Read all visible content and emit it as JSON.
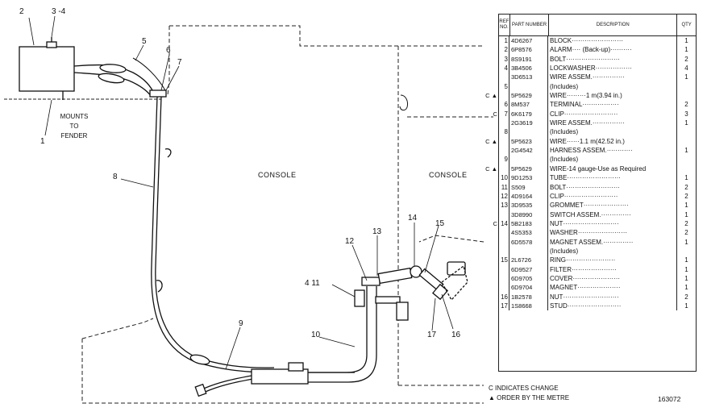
{
  "diagram": {
    "labels": {
      "l1": "1",
      "l2": "2",
      "l34": "3 -4",
      "l5": "5",
      "l6": "6",
      "l7": "7",
      "l8": "8",
      "l9": "9",
      "l10": "10",
      "l411": "4  11",
      "l12": "12",
      "l13": "13",
      "l14": "14",
      "l15": "15",
      "l16": "16",
      "l17": "17"
    },
    "mounts_text": [
      "MOUNTS",
      "TO",
      "FENDER"
    ],
    "console_left": "CONSOLE",
    "console_right": "CONSOLE"
  },
  "table": {
    "headers": {
      "ref": "REF NO.",
      "part": "PART NUMBER",
      "desc": "DESCRIPTION",
      "qty": "QTY"
    },
    "rows": [
      {
        "ref": "1",
        "pn": "4D6267",
        "desc": "BLOCK························",
        "qty": "1",
        "mark": ""
      },
      {
        "ref": "2",
        "pn": "6P8576",
        "desc": "ALARM····  (Back-up)··········",
        "qty": "1",
        "mark": ""
      },
      {
        "ref": "3",
        "pn": "8S9191",
        "desc": "BOLT·························",
        "qty": "2",
        "mark": ""
      },
      {
        "ref": "4",
        "pn": "3B4506",
        "desc": "LOCKWASHER·················",
        "qty": "4",
        "mark": ""
      },
      {
        "ref": "",
        "pn": "3D6513",
        "desc": "WIRE ASSEM.···············",
        "qty": "1",
        "mark": ""
      },
      {
        "ref": "5",
        "pn": "",
        "desc": "    (Includes)",
        "qty": "",
        "mark": ""
      },
      {
        "ref": "",
        "pn": "5P5629",
        "desc": "    WIRE·········1 m(3.94 in.)",
        "qty": "",
        "mark": "C ▲"
      },
      {
        "ref": "6",
        "pn": "8M537",
        "desc": "    TERMINAL·················",
        "qty": "2",
        "mark": ""
      },
      {
        "ref": "7",
        "pn": "6K6179",
        "desc": "CLIP·························",
        "qty": "3",
        "mark": "C"
      },
      {
        "ref": "",
        "pn": "2G3619",
        "desc": "WIRE ASSEM.···············",
        "qty": "1",
        "mark": ""
      },
      {
        "ref": "8",
        "pn": "",
        "desc": "    (Includes)",
        "qty": "",
        "mark": ""
      },
      {
        "ref": "",
        "pn": "5P5623",
        "desc": "    WIRE······1.1 m(42.52 in.)",
        "qty": "",
        "mark": "C ▲"
      },
      {
        "ref": "",
        "pn": "2G4542",
        "desc": "HARNESS ASSEM.············",
        "qty": "1",
        "mark": ""
      },
      {
        "ref": "9",
        "pn": "",
        "desc": "    (Includes)",
        "qty": "",
        "mark": ""
      },
      {
        "ref": "",
        "pn": "5P5629",
        "desc": "    WIRE-14 gauge-Use as Required",
        "qty": "",
        "mark": "C ▲"
      },
      {
        "ref": "10",
        "pn": "9D1253",
        "desc": "TUBE·························",
        "qty": "1",
        "mark": ""
      },
      {
        "ref": "11",
        "pn": "S509",
        "desc": "BOLT·························",
        "qty": "2",
        "mark": ""
      },
      {
        "ref": "12",
        "pn": "4D9164",
        "desc": "CLIP·························",
        "qty": "2",
        "mark": ""
      },
      {
        "ref": "13",
        "pn": "3D9535",
        "desc": "GROMMET·····················",
        "qty": "1",
        "mark": ""
      },
      {
        "ref": "",
        "pn": "3D8990",
        "desc": "SWITCH ASSEM.··············",
        "qty": "1",
        "mark": ""
      },
      {
        "ref": "14",
        "pn": "5B2183",
        "desc": "NUT··························",
        "qty": "2",
        "mark": "C"
      },
      {
        "ref": "",
        "pn": "4S5353",
        "desc": "WASHER·······················",
        "qty": "2",
        "mark": ""
      },
      {
        "ref": "",
        "pn": "6D5578",
        "desc": "MAGNET ASSEM.··············",
        "qty": "1",
        "mark": ""
      },
      {
        "ref": "",
        "pn": "",
        "desc": "    (Includes)",
        "qty": "",
        "mark": ""
      },
      {
        "ref": "15",
        "pn": "2L6726",
        "desc": "    RING·······················",
        "qty": "1",
        "mark": ""
      },
      {
        "ref": "",
        "pn": "6D9527",
        "desc": "    FILTER·····················",
        "qty": "1",
        "mark": ""
      },
      {
        "ref": "",
        "pn": "6D9705",
        "desc": "    COVER······················",
        "qty": "1",
        "mark": ""
      },
      {
        "ref": "",
        "pn": "6D9704",
        "desc": "    MAGNET····················",
        "qty": "1",
        "mark": ""
      },
      {
        "ref": "16",
        "pn": "1B2578",
        "desc": "NUT··························",
        "qty": "2",
        "mark": ""
      },
      {
        "ref": "17",
        "pn": "1S8668",
        "desc": "STUD·························",
        "qty": "1",
        "mark": ""
      }
    ]
  },
  "notes": {
    "change": "C INDICATES CHANGE",
    "order": "▲ ORDER BY THE METRE"
  },
  "figure_number": "163072"
}
